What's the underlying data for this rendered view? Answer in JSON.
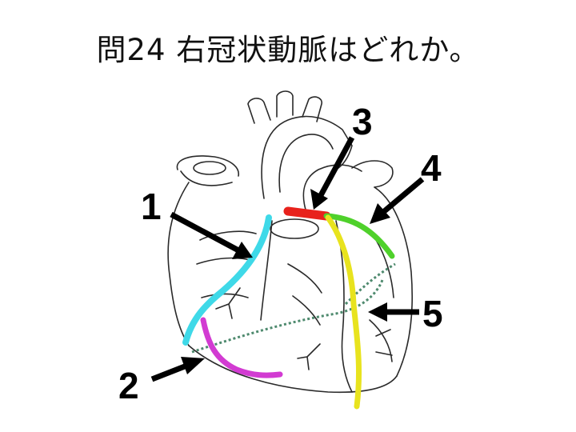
{
  "question": {
    "title": "問24 右冠状動脈はどれか。"
  },
  "heart_diagram": {
    "labels": [
      {
        "id": "1",
        "text": "1",
        "color": "#3fd9e8"
      },
      {
        "id": "2",
        "text": "2",
        "color": "#d23bd2"
      },
      {
        "id": "3",
        "text": "3",
        "color": "#e8221c"
      },
      {
        "id": "4",
        "text": "4",
        "color": "#4fd12b"
      },
      {
        "id": "5",
        "text": "5",
        "color": "#e8e31e"
      }
    ]
  }
}
